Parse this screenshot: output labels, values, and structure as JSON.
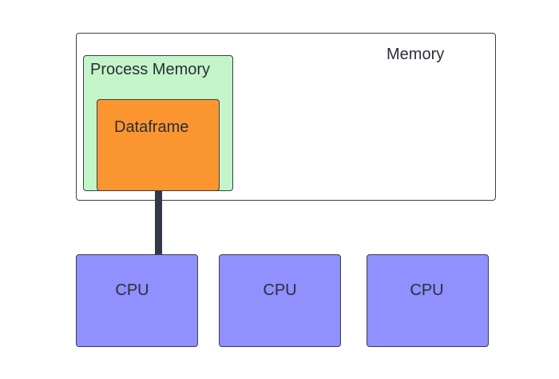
{
  "memory": {
    "label": "Memory"
  },
  "process_memory": {
    "label": "Process Memory"
  },
  "dataframe": {
    "label": "Dataframe"
  },
  "cpus": [
    {
      "label": "CPU"
    },
    {
      "label": "CPU"
    },
    {
      "label": "CPU"
    }
  ],
  "colors": {
    "memory_fill": "#ffffff",
    "process_memory_fill": "#c3f5c8",
    "dataframe_fill": "#fb9530",
    "cpu_fill": "#9090ff",
    "connector": "#333946",
    "border": "#3a3f4a"
  }
}
